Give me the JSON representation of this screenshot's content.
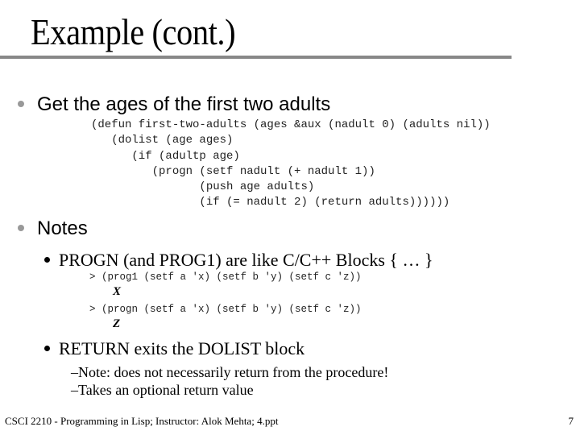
{
  "slide": {
    "title": "Example (cont.)",
    "bullets": [
      {
        "text": "Get the ages of the first two adults",
        "code": [
          "(defun first-two-adults (ages &aux (nadult 0) (adults nil))",
          "   (dolist (age ages)",
          "      (if (adultp age)",
          "         (progn (setf nadult (+ nadult 1))",
          "                (push age adults)",
          "                (if (= nadult 2) (return adults))))))"
        ]
      },
      {
        "text": "Notes",
        "sub": [
          {
            "text": "PROGN (and PROG1) are like C/C++ Blocks { … }",
            "examples": [
              {
                "code": "> (prog1 (setf a 'x) (setf b 'y) (setf c 'z))",
                "result": "X"
              },
              {
                "code": "> (progn (setf a 'x) (setf b 'y) (setf c 'z))",
                "result": "Z"
              }
            ]
          },
          {
            "text": "RETURN exits the DOLIST block",
            "sub": [
              "–Note: does not necessarily return from the procedure!",
              "–Takes an optional return value"
            ]
          }
        ]
      }
    ]
  },
  "footer": {
    "text": "CSCI 2210 - Programming in Lisp; Instructor: Alok Mehta; 4.ppt",
    "page_number": "7"
  },
  "colors": {
    "title_rule": "#888888",
    "level1_bullet": "#999999",
    "level2_bullet": "#000000"
  }
}
